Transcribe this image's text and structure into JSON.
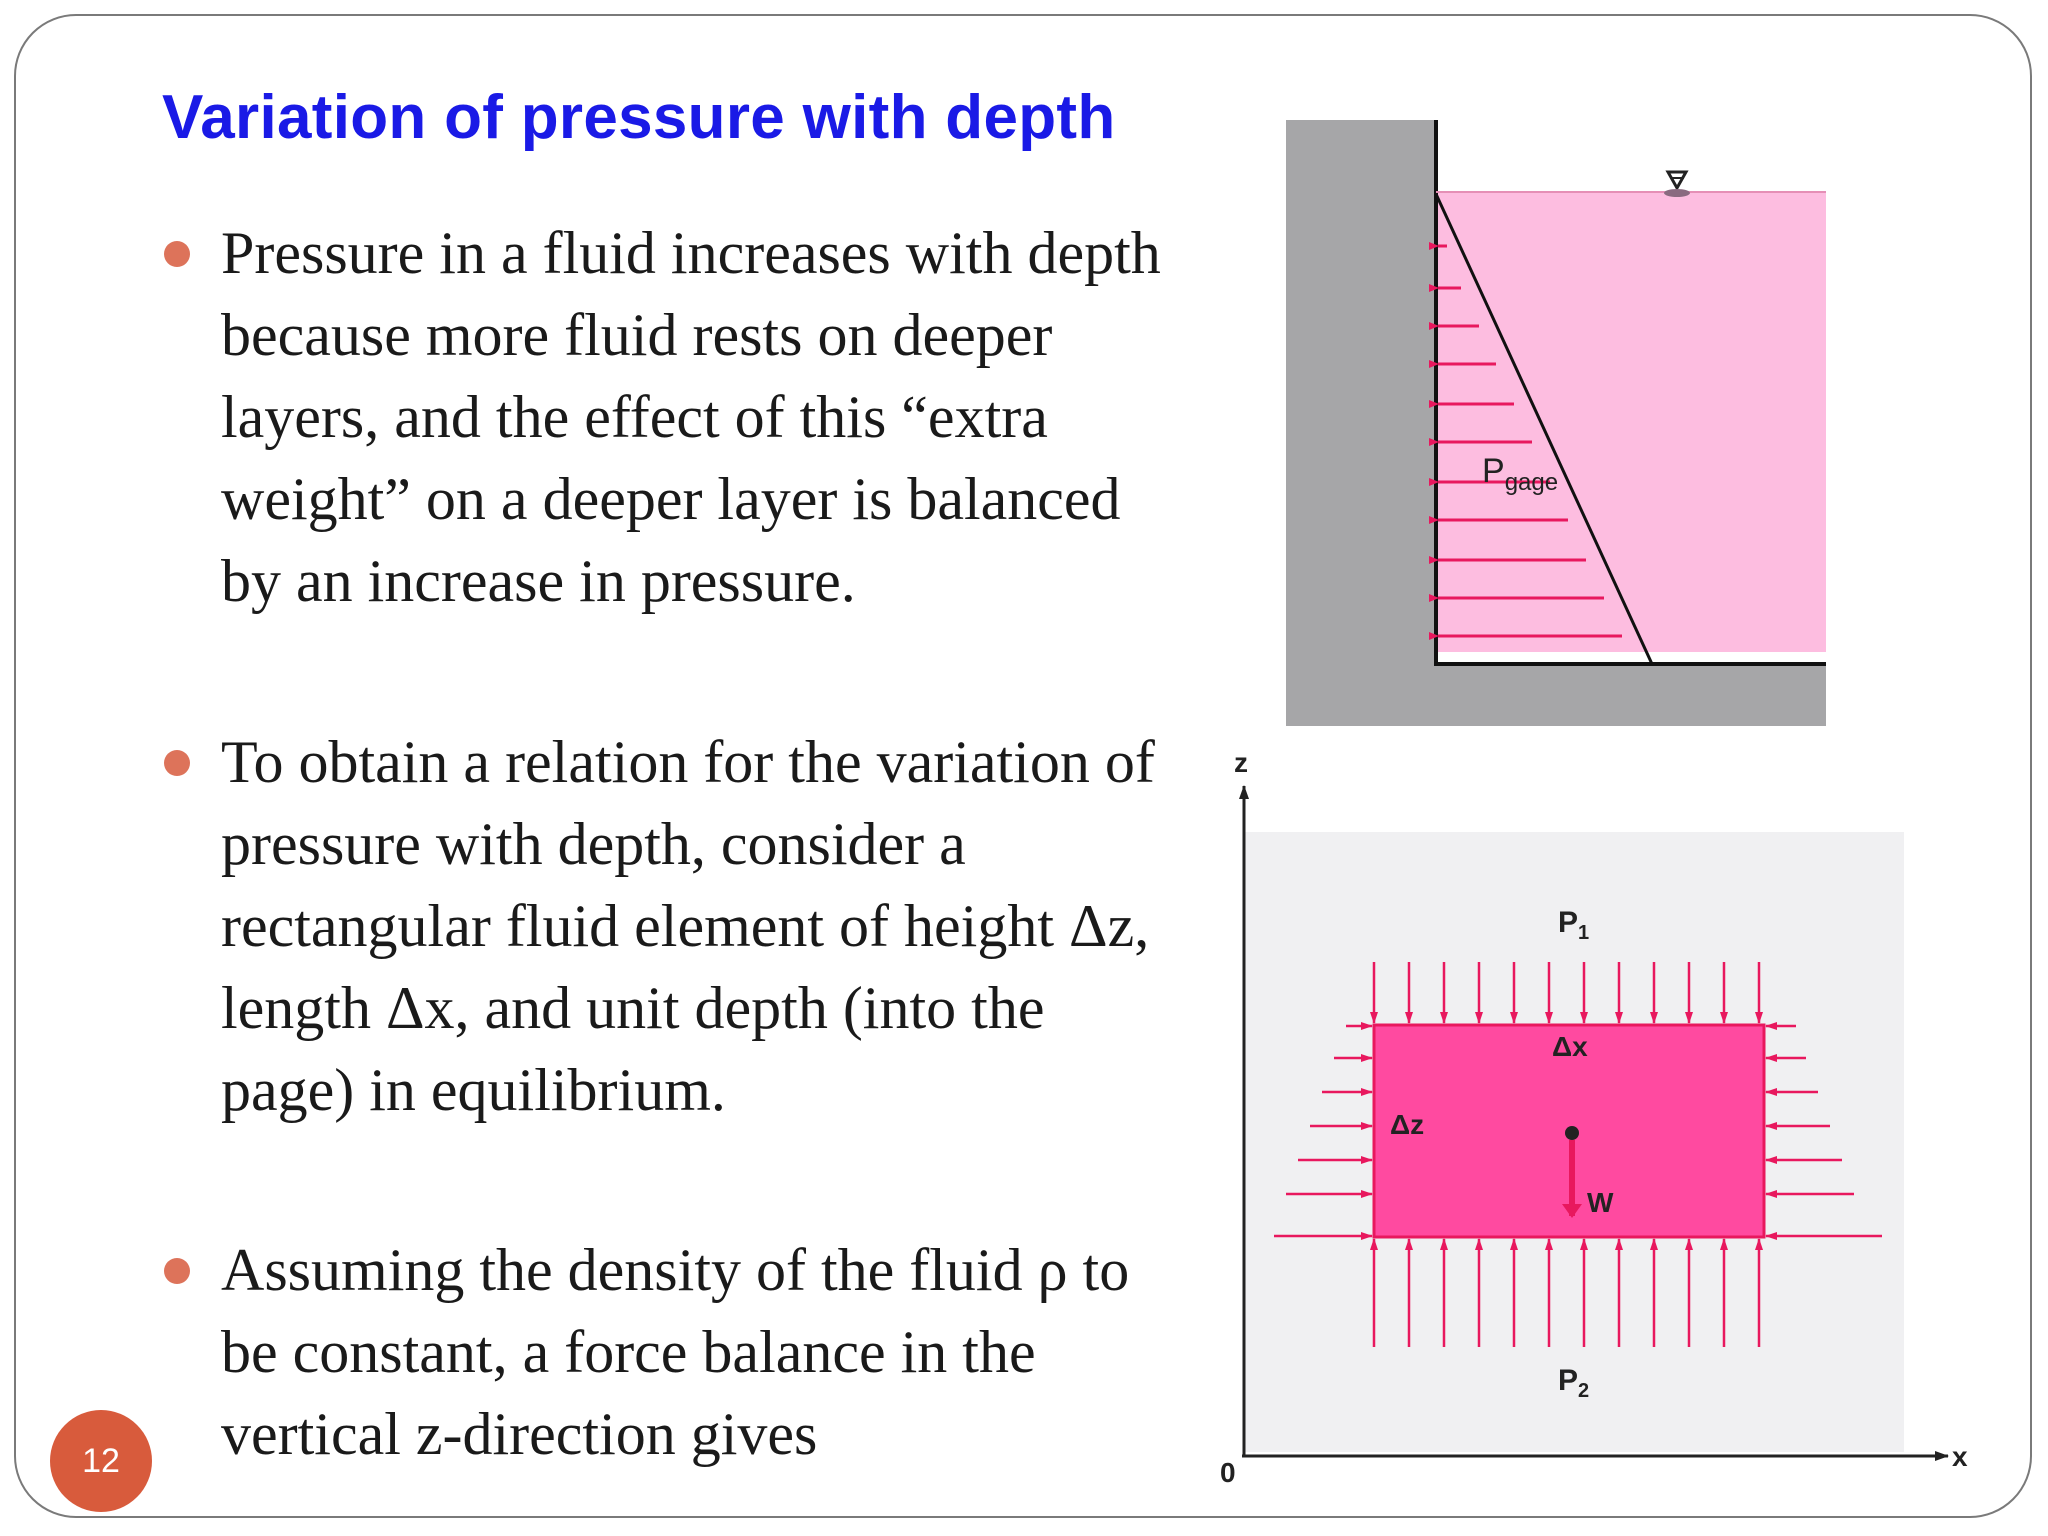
{
  "slide": {
    "title": "Variation of pressure with depth",
    "page_number": "12",
    "bullets": [
      "Pressure in a fluid increases with depth because more fluid rests on deeper layers, and the effect of this “extra weight” on a deeper layer is balanced by an increase in pressure.",
      "To obtain a relation for the variation of pressure with depth, consider a rectangular fluid element of height Δz, length Δx, and unit depth (into the page) in equilibrium.",
      "Assuming the density of the fluid ρ to be constant, a force balance in the vertical z-direction gives"
    ]
  },
  "figure_top": {
    "label_main": "P",
    "label_sub": "gage",
    "free_surface_symbol": "∇",
    "colors": {
      "fluid": "#fdbde0",
      "wall": "#a6a6a8",
      "arrows": "#e8185e"
    }
  },
  "figure_bottom": {
    "axis_z": "z",
    "axis_x": "x",
    "origin": "0",
    "p1_main": "P",
    "p1_sub": "1",
    "p2_main": "P",
    "p2_sub": "2",
    "dx_label": "Δx",
    "dz_label": "Δz",
    "w_label": "W",
    "colors": {
      "element": "#ff4aa0",
      "background": "#f0f0f2",
      "arrows": "#e8185e"
    }
  }
}
